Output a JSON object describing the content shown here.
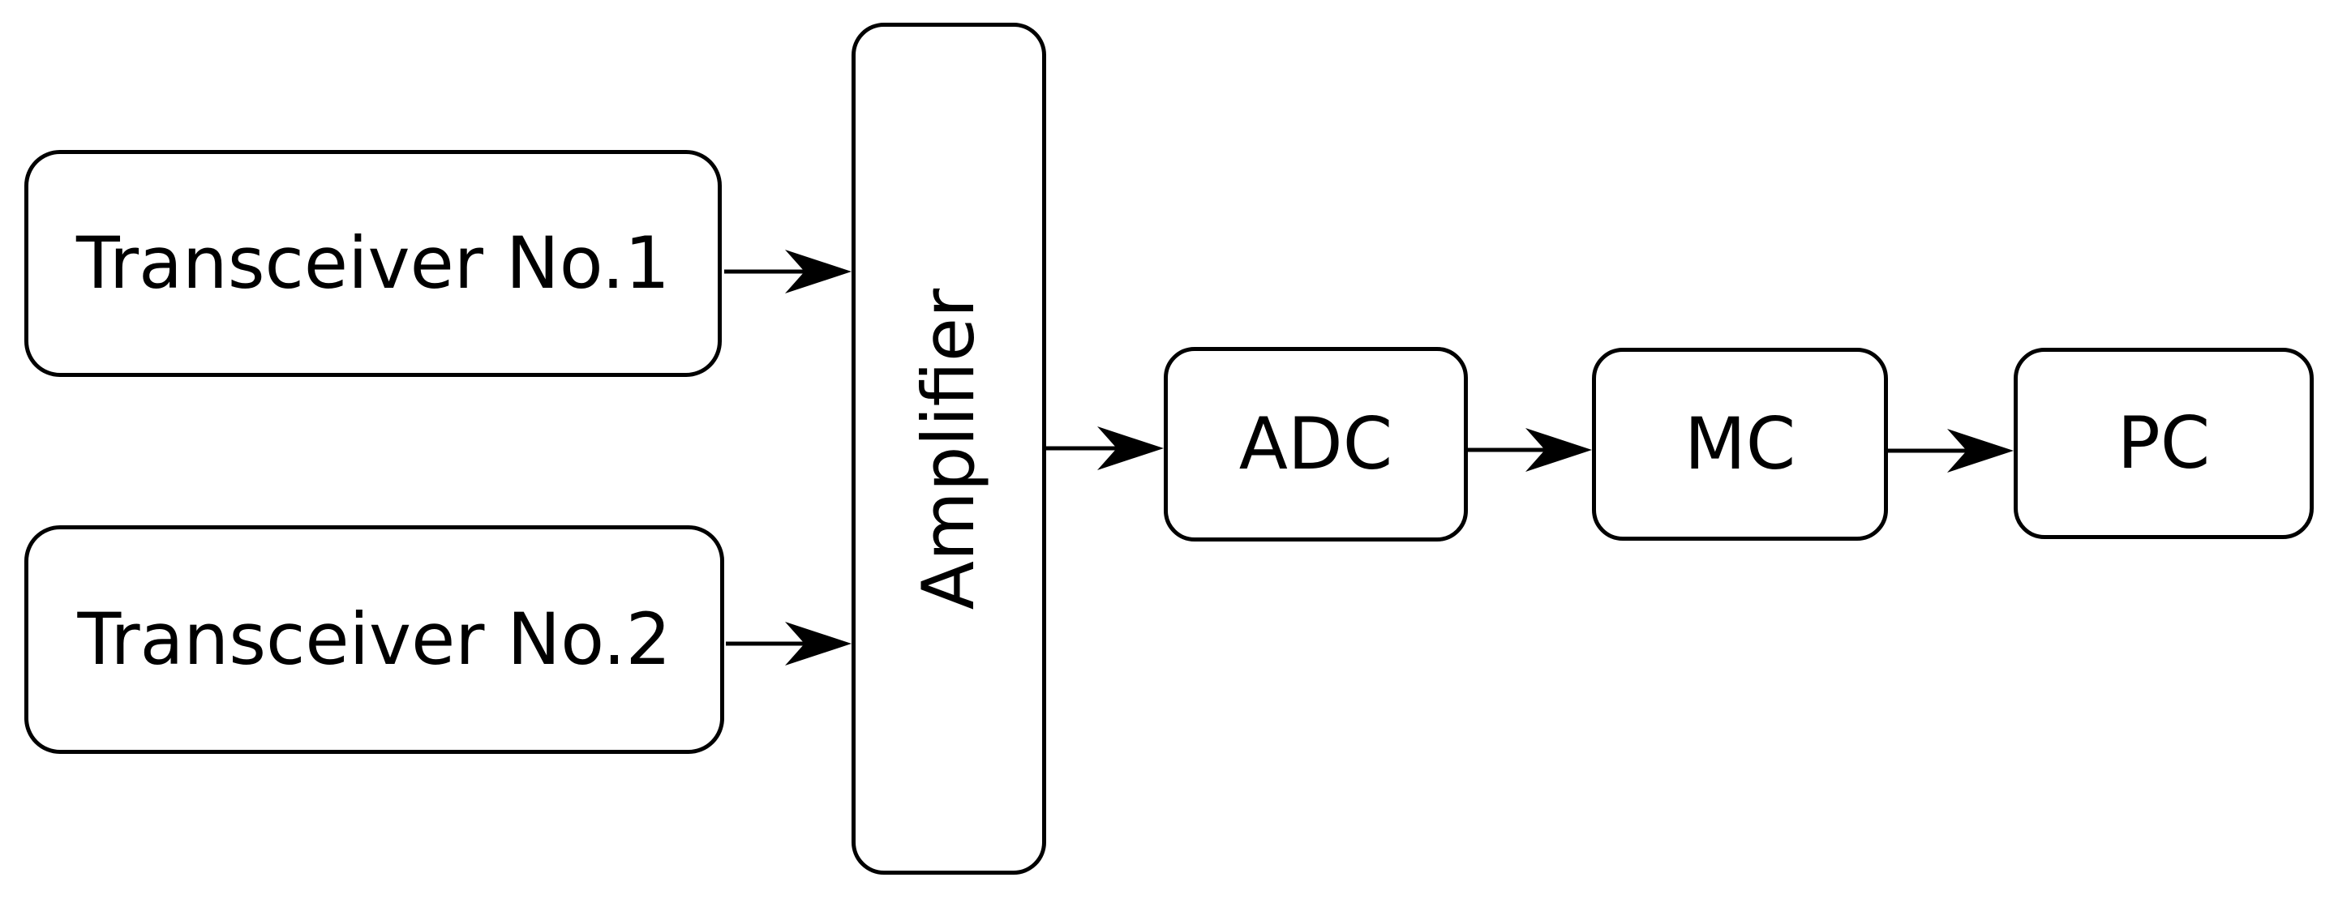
{
  "diagram": {
    "type": "block-diagram",
    "background_color": "#ffffff",
    "stroke_color": "#000000",
    "text_color": "#000000",
    "nodes": [
      {
        "id": "transceiver1",
        "label": "Transceiver No.1",
        "shape": "rounded-rect",
        "text_rotation": "none"
      },
      {
        "id": "transceiver2",
        "label": "Transceiver No.2",
        "shape": "rounded-rect",
        "text_rotation": "none"
      },
      {
        "id": "amplifier",
        "label": "Amplifier",
        "shape": "rounded-rect",
        "text_rotation": "-90deg"
      },
      {
        "id": "adc",
        "label": "ADC",
        "shape": "rounded-rect",
        "text_rotation": "none"
      },
      {
        "id": "mc",
        "label": "MC",
        "shape": "rounded-rect",
        "text_rotation": "none"
      },
      {
        "id": "pc",
        "label": "PC",
        "shape": "rounded-rect",
        "text_rotation": "none"
      }
    ],
    "edges": [
      {
        "from": "transceiver1",
        "to": "amplifier",
        "style": "arrow"
      },
      {
        "from": "transceiver2",
        "to": "amplifier",
        "style": "arrow"
      },
      {
        "from": "amplifier",
        "to": "adc",
        "style": "arrow"
      },
      {
        "from": "adc",
        "to": "mc",
        "style": "arrow"
      },
      {
        "from": "mc",
        "to": "pc",
        "style": "arrow"
      }
    ]
  }
}
